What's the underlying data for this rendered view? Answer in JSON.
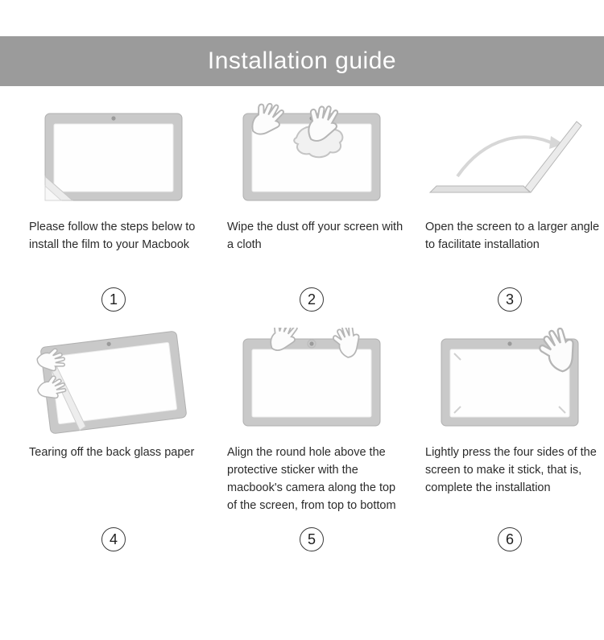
{
  "header": {
    "title": "Installation guide",
    "bg_color": "#9b9b9b",
    "text_color": "#ffffff"
  },
  "steps": [
    {
      "number": "1",
      "illustration": "macbook-film-corner-peel",
      "caption": "Please follow the steps below to install the film to your Macbook"
    },
    {
      "number": "2",
      "illustration": "wipe-screen-with-cloth",
      "caption": "Wipe the dust off your screen with a cloth"
    },
    {
      "number": "3",
      "illustration": "open-screen-wide-angle",
      "caption": "Open the screen to a larger angle to facilitate installation"
    },
    {
      "number": "4",
      "illustration": "tear-off-back-glass-paper",
      "caption": "Tearing off the back glass paper"
    },
    {
      "number": "5",
      "illustration": "align-camera-hole-top-to-bottom",
      "caption": "Align the round hole above the protective sticker with the macbook's camera along the top of the screen, from top to bottom"
    },
    {
      "number": "6",
      "illustration": "press-four-sides-to-stick",
      "caption": "Lightly press the four sides of the screen to make it stick, that is, complete the installation"
    }
  ]
}
